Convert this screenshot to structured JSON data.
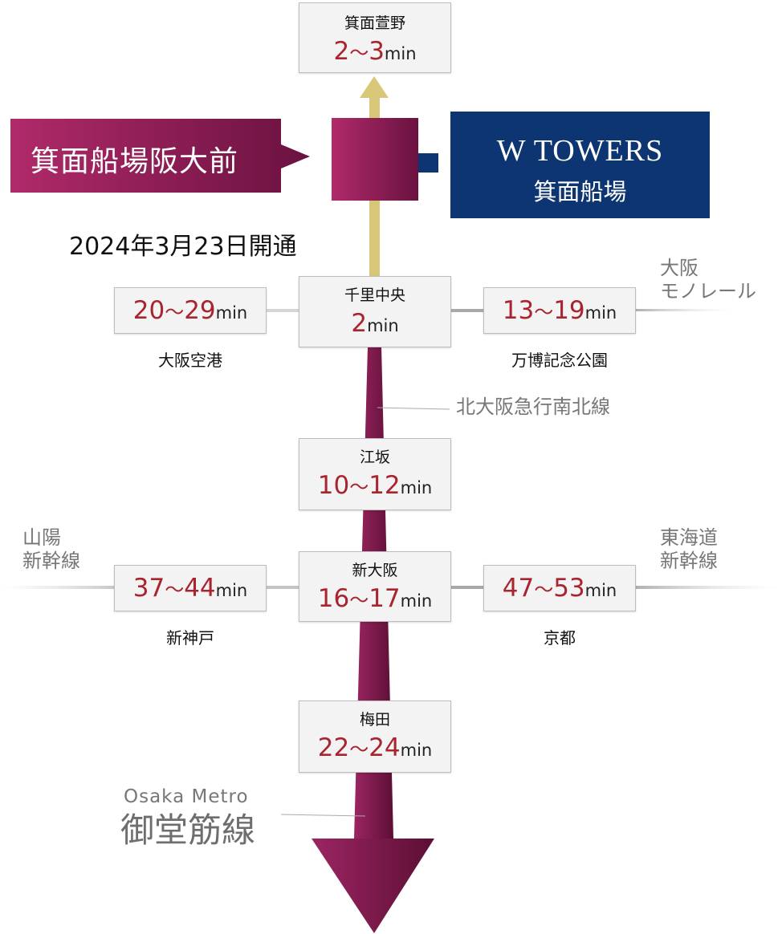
{
  "banner": {
    "station": "箕面船場阪大前",
    "opening": "2024年3月23日開通",
    "tower_en": "W TOWERS",
    "tower_jp": "箕面船場"
  },
  "stations": {
    "kayano": {
      "name": "箕面萱野",
      "from": "2",
      "to": "3",
      "unit": "min"
    },
    "senri_chuo": {
      "name": "千里中央",
      "from": "2",
      "unit": "min"
    },
    "esaka": {
      "name": "江坂",
      "from": "10",
      "to": "12",
      "unit": "min"
    },
    "shin_osaka": {
      "name": "新大阪",
      "from": "16",
      "to": "17",
      "unit": "min"
    },
    "umeda": {
      "name": "梅田",
      "from": "22",
      "to": "24",
      "unit": "min"
    },
    "itami": {
      "name": "大阪空港",
      "from": "20",
      "to": "29",
      "unit": "min"
    },
    "expo": {
      "name": "万博記念公園",
      "from": "13",
      "to": "19",
      "unit": "min"
    },
    "shin_kobe": {
      "name": "新神戸",
      "from": "37",
      "to": "44",
      "unit": "min"
    },
    "kyoto": {
      "name": "京都",
      "from": "47",
      "to": "53",
      "unit": "min"
    }
  },
  "tilde": "～",
  "lines": {
    "monorail_1": "大阪",
    "monorail_2": "モノレール",
    "kitakyu": "北大阪急行南北線",
    "sanyo_1": "山陽",
    "sanyo_2": "新幹線",
    "tokaido_1": "東海道",
    "tokaido_2": "新幹線",
    "metro_en": "Osaka Metro",
    "metro_jp": "御堂筋線"
  },
  "colors": {
    "midosuji": "#7d1a4a",
    "extension": "#d6c472",
    "tower": "#0c3572",
    "time": "#a8242f"
  }
}
